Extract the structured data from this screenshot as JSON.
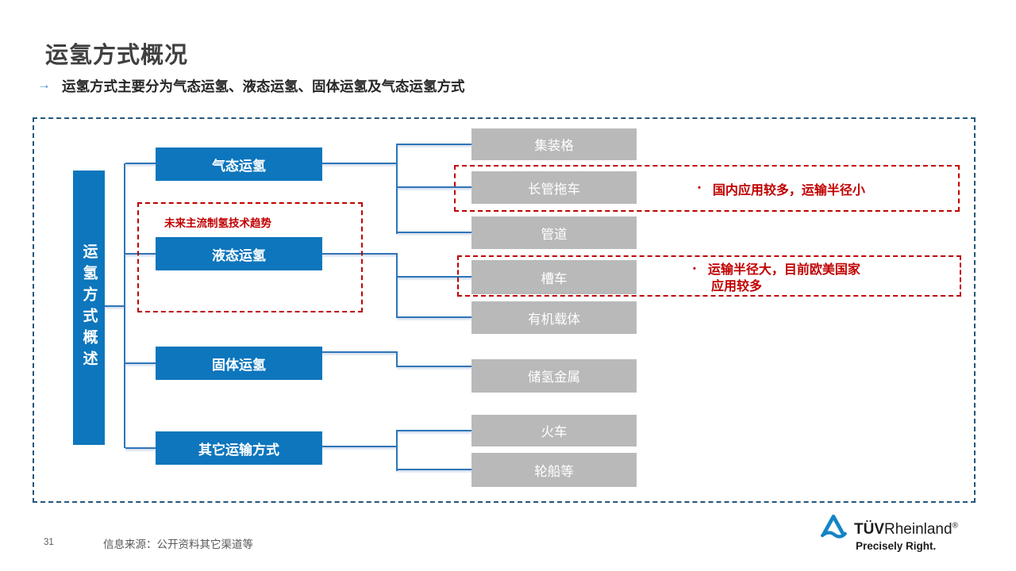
{
  "page": {
    "title": "运氢方式概况",
    "subtitle_arrow": "→",
    "subtitle": "运氢方式主要分为气态运氢、液态运氢、固体运氢及气态运氢方式",
    "page_number": "31",
    "source": "信息来源：公开资料其它渠道等"
  },
  "diagram": {
    "root_label": "运氢方式概述",
    "future_trend_label": "未来主流制氢技术趋势",
    "categories": [
      "气态运氢",
      "液态运氢",
      "固体运氢",
      "其它运输方式"
    ],
    "children": [
      "集装格",
      "长管拖车",
      "管道",
      "槽车",
      "有机载体",
      "储氢金属",
      "火车",
      "轮船等"
    ],
    "annotations": [
      {
        "bullet": "•",
        "line1": "国内应用较多，运输半径小",
        "line2": ""
      },
      {
        "bullet": "•",
        "line1": "运输半径大，目前欧美国家",
        "line2": "应用较多"
      }
    ]
  },
  "logo": {
    "brand_bold": "TÜV",
    "brand_rest": "Rheinland",
    "registered": "®",
    "tagline": "Precisely Right."
  },
  "colors": {
    "node_blue": "#0d76bd",
    "node_gray": "#b9b9b9",
    "connector_blue": "#2e75b6",
    "frame_dash_blue": "#24567a",
    "annotation_red": "#c00000",
    "arrow_blue": "#4a86c8",
    "logo_blue": "#1484c5"
  }
}
